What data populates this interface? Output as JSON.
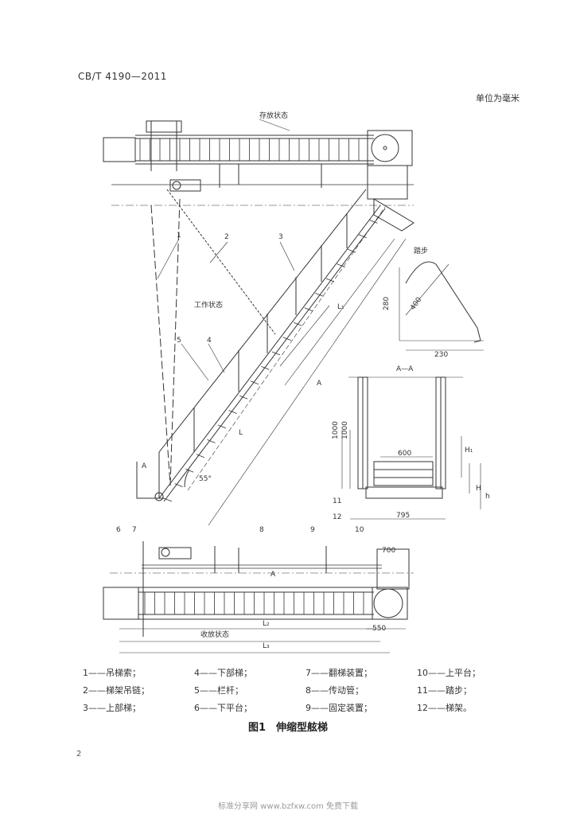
{
  "header": {
    "standard_no": "CB/T 4190—2011"
  },
  "unit_note": "单位为毫米",
  "drawing": {
    "label_upper_stowed": "存放状态",
    "label_working": "工作状态",
    "label_lower_stowed": "收放状态",
    "label_step_detail": "踏步",
    "label_section": "A—A",
    "angle": "55°",
    "dims": {
      "d280": "280",
      "d230": "230",
      "d400": "400",
      "d1000a": "1000",
      "d1000b": "1000",
      "d600": "600",
      "d795": "795",
      "d700": "700",
      "d550": "550",
      "L": "L",
      "L1": "L₁",
      "L2": "L₂",
      "L3": "L₃",
      "H": "H",
      "H1": "H₁",
      "h": "h",
      "A": "A",
      "sec_A_left": "A",
      "sec_A_right": "A"
    },
    "callouts": [
      "1",
      "2",
      "3",
      "4",
      "5",
      "6",
      "7",
      "8",
      "9",
      "10",
      "11",
      "12"
    ]
  },
  "legend": [
    [
      "1——吊梯索；",
      "4——下部梯；",
      "7——翻梯装置；",
      "10——上平台；"
    ],
    [
      "2——梯架吊链；",
      "5——栏杆；",
      "8——传动管；",
      "11——踏步；"
    ],
    [
      "3——上部梯；",
      "6——下平台；",
      "9——固定装置；",
      "12——梯架。"
    ]
  ],
  "figure_title": "图1　伸缩型舷梯",
  "page_number": "2",
  "watermark": "标准分享网 www.bzfxw.com 免费下载"
}
